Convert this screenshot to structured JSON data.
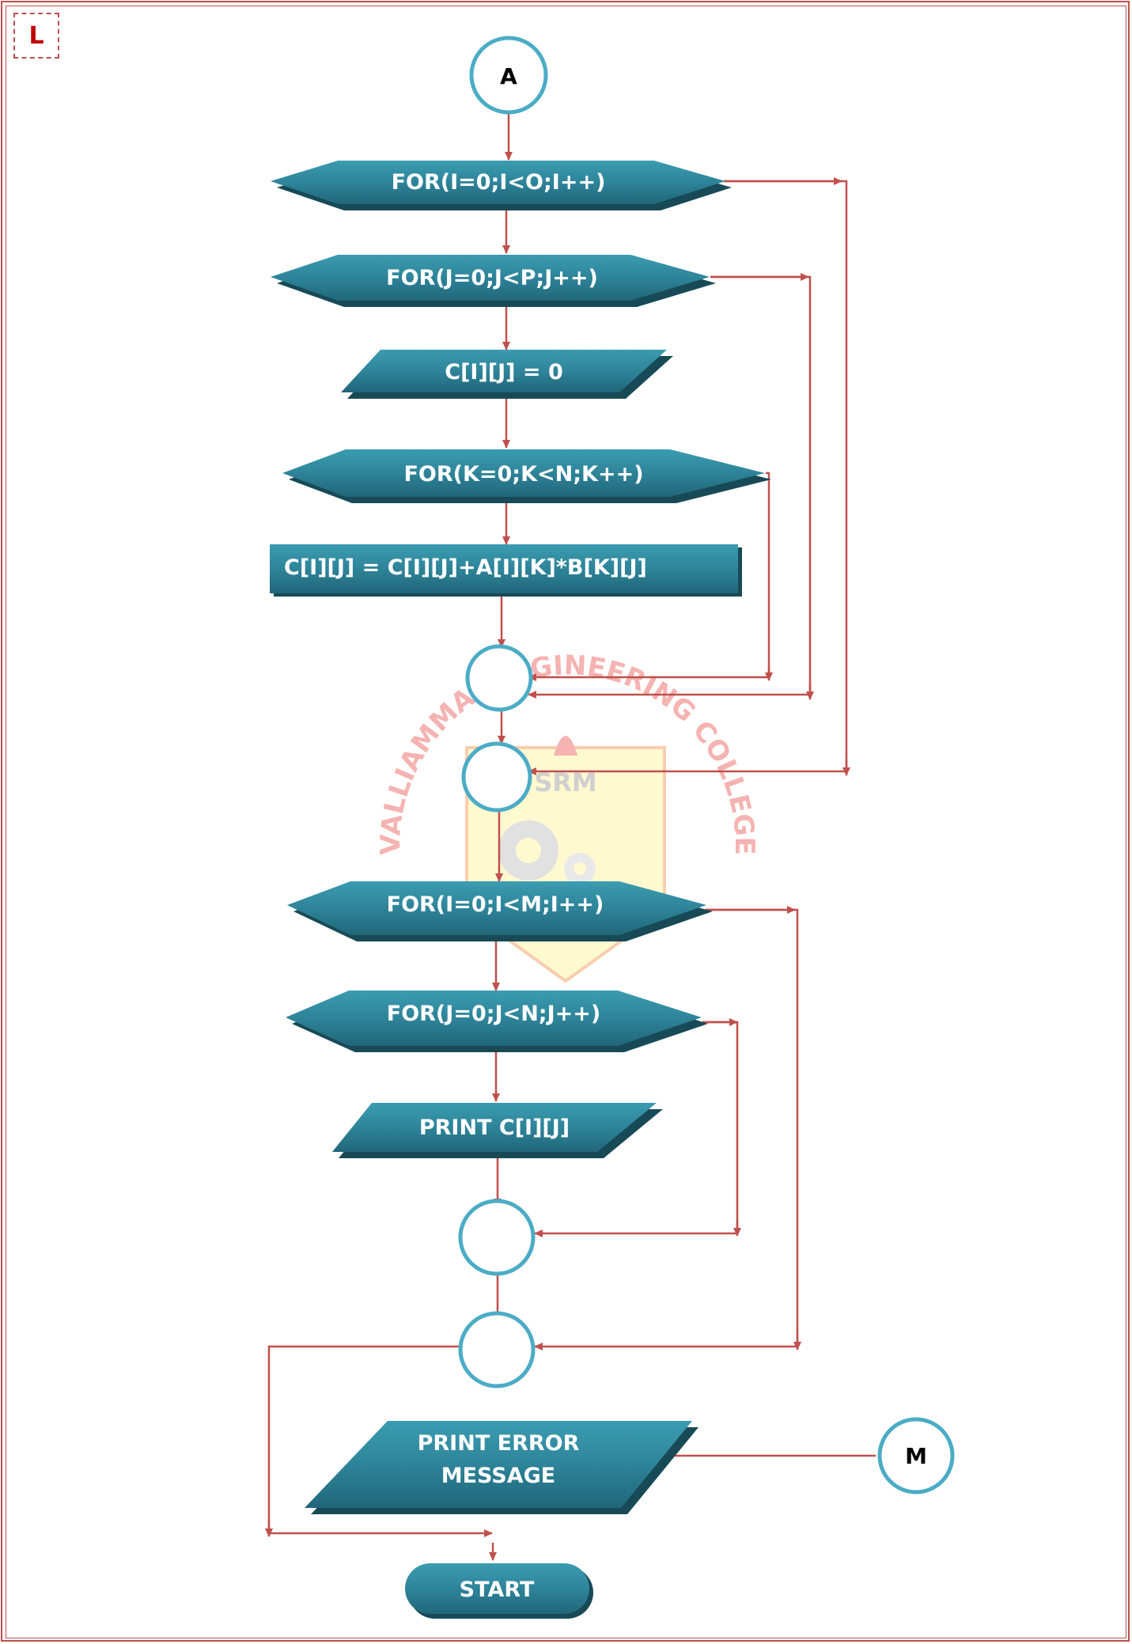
{
  "page_label": "L",
  "watermark": {
    "arc_text": "VALLIAMMAI ENGINEERING COLLEGE",
    "logo_text": "SRM"
  },
  "connectors": {
    "a": "A",
    "m": "M"
  },
  "nodes": {
    "for_i_o": "FOR(I=0;I<O;I++)",
    "for_j_p": "FOR(J=0;J<P;J++)",
    "init_c": "C[I][J] = 0",
    "for_k_n": "FOR(K=0;K<N;K++)",
    "accumulate": "C[I][J] = C[I][J]+A[I][K]*B[K][J]",
    "for_i_m": "FOR(I=0;I<M;I++)",
    "for_j_n": "FOR(J=0;J<N;J++)",
    "print_c": "PRINT C[I][J]",
    "print_error_line1": "PRINT ERROR",
    "print_error_line2": "MESSAGE",
    "start": "START"
  },
  "colors": {
    "frame": "#c0504d",
    "arrow": "#c0504d",
    "node_fill": "#2f8a9f",
    "node_shadow": "#174a56",
    "circle_stroke": "#4bacc6",
    "label": "#c00000",
    "watermark": "#f4a6a4"
  }
}
